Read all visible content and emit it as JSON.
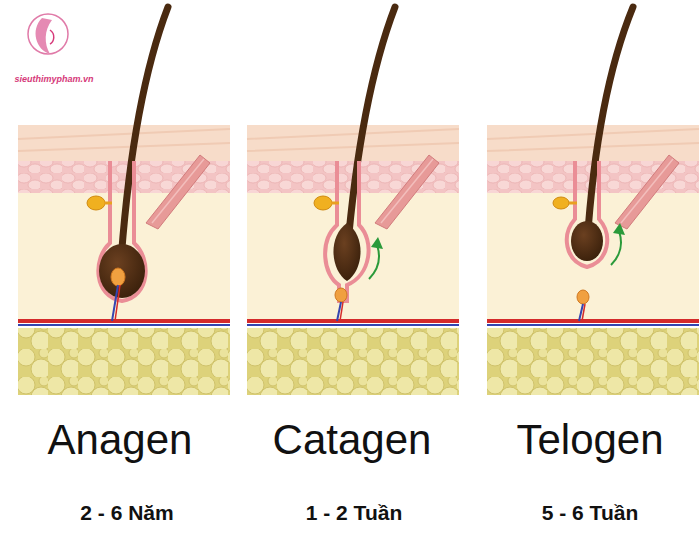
{
  "diagram": {
    "labels": [
      "sieuthimypham.vn",
      "Anagen",
      "2 - 6 Năm",
      "Catagen",
      "1 - 2 Tuần",
      "Telogen",
      "5 - 6 Tuần"
    ]
  }
}
